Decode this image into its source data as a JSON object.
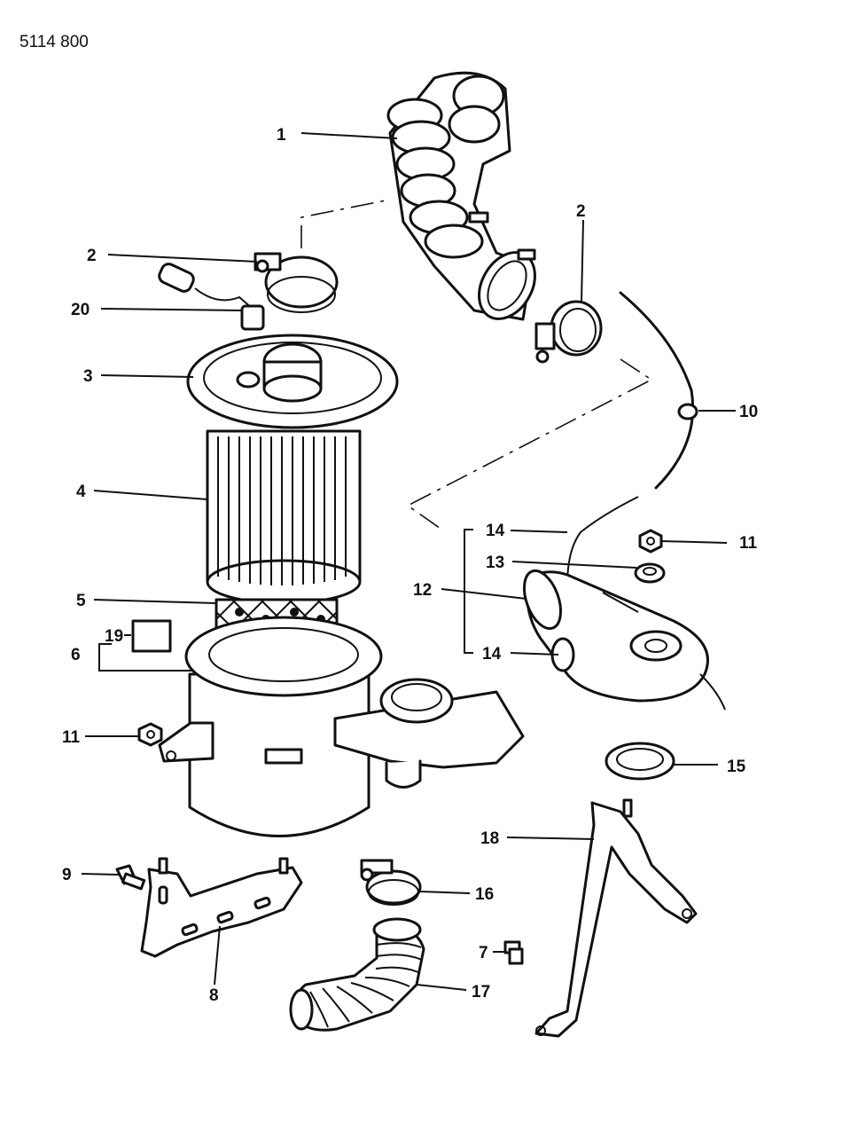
{
  "drawing_code": "5114 800",
  "callouts": [
    {
      "id": "c1",
      "text": "1"
    },
    {
      "id": "c2a",
      "text": "2"
    },
    {
      "id": "c2b",
      "text": "2"
    },
    {
      "id": "c20",
      "text": "20"
    },
    {
      "id": "c3",
      "text": "3"
    },
    {
      "id": "c4",
      "text": "4"
    },
    {
      "id": "c5",
      "text": "5"
    },
    {
      "id": "c19",
      "text": "19"
    },
    {
      "id": "c6",
      "text": "6"
    },
    {
      "id": "c11a",
      "text": "11"
    },
    {
      "id": "c10",
      "text": "10"
    },
    {
      "id": "c14a",
      "text": "14"
    },
    {
      "id": "c11b",
      "text": "11"
    },
    {
      "id": "c13",
      "text": "13"
    },
    {
      "id": "c12",
      "text": "12"
    },
    {
      "id": "c14b",
      "text": "14"
    },
    {
      "id": "c15",
      "text": "15"
    },
    {
      "id": "c18",
      "text": "18"
    },
    {
      "id": "c9",
      "text": "9"
    },
    {
      "id": "c16",
      "text": "16"
    },
    {
      "id": "c7",
      "text": "7"
    },
    {
      "id": "c17",
      "text": "17"
    },
    {
      "id": "c8",
      "text": "8"
    }
  ]
}
